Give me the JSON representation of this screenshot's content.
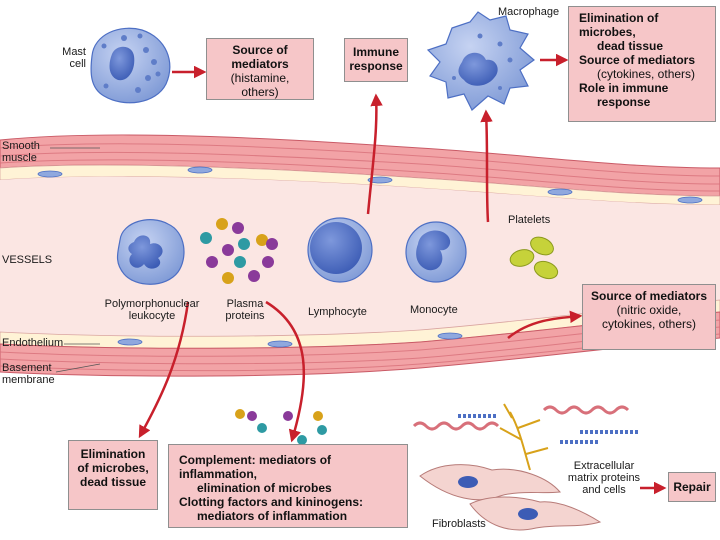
{
  "tissue_labels": {
    "mast_cell": "Mast\ncell",
    "smooth_muscle": "Smooth\nmuscle",
    "vessels": "VESSELS",
    "endothelium": "Endothelium",
    "basement_membrane": "Basement\nmembrane",
    "macrophage": "Macrophage",
    "platelets": "Platelets",
    "polymorphonuclear_leukocyte": "Polymorphonuclear\nleukocyte",
    "plasma_proteins": "Plasma\nproteins",
    "lymphocyte": "Lymphocyte",
    "monocyte": "Monocyte",
    "fibroblasts": "Fibroblasts",
    "extracellular_matrix": "Extracellular\nmatrix proteins\nand cells"
  },
  "boxes": {
    "mast_source": {
      "bold": "Source of\nmediators",
      "normal": "(histamine, others)"
    },
    "immune_response": {
      "bold": "Immune\nresponse"
    },
    "macrophage_roles": {
      "line1": "Elimination of microbes,",
      "line2": "dead tissue",
      "line3": "Source of mediators",
      "line4": "(cytokines, others)",
      "line5": "Role in immune",
      "line6": "response"
    },
    "platelet_source": {
      "bold": "Source of mediators",
      "normal": "(nitric oxide,\ncytokines, others)"
    },
    "pmn_elimination": {
      "bold": "Elimination\nof microbes,\ndead tissue"
    },
    "plasma_functions": {
      "line1": "Complement: mediators of inflammation,",
      "line2": "elimination of microbes",
      "line3": "Clotting factors and kininogens:",
      "line4": "mediators of inflammation"
    },
    "repair": {
      "bold": "Repair"
    }
  },
  "colors": {
    "vessel_wall": "#f2a3a6",
    "vessel_wall_dark": "#d8707a",
    "lumen": "#fbe6e3",
    "endothelial": "#fff3d6",
    "cell_blue": "#8fa8de",
    "nucleus_blue": "#4d6fc4",
    "box_pink": "#f6c6c8",
    "arrow_red": "#c8202c"
  }
}
